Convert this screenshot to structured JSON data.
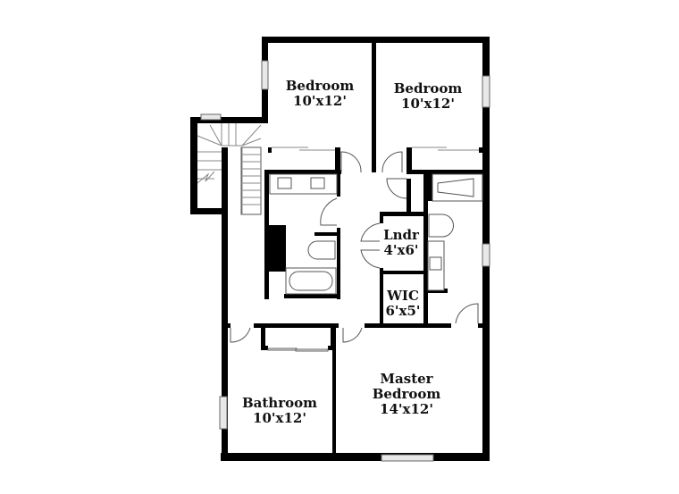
{
  "floorplan": {
    "rooms": [
      {
        "id": "bedroom-1",
        "name": "Bedroom",
        "size": "10'x12'"
      },
      {
        "id": "bedroom-2",
        "name": "Bedroom",
        "size": "10'x12'"
      },
      {
        "id": "laundry",
        "name": "Lndr",
        "size": "4'x6'"
      },
      {
        "id": "wic",
        "name": "WIC",
        "size": "6'x5'"
      },
      {
        "id": "bathroom",
        "name": "Bathroom",
        "size": "10'x12'"
      },
      {
        "id": "master-bedroom",
        "name_line1": "Master",
        "name_line2": "Bedroom",
        "size": "14'x12'"
      }
    ],
    "colors": {
      "wall": "#000000",
      "background": "#ffffff",
      "window": "#e8e8e8"
    }
  }
}
